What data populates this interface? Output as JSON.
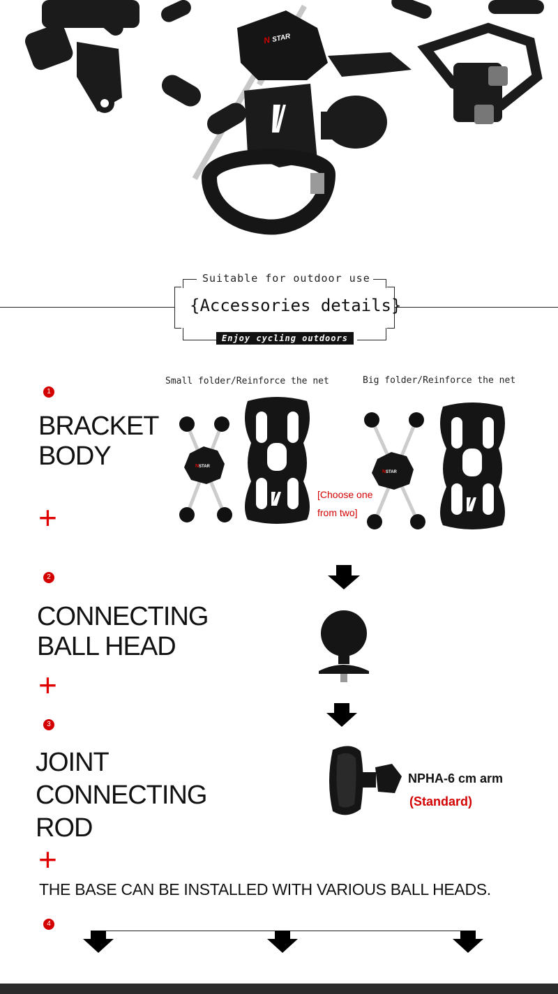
{
  "header": {
    "subtitle": "Suitable for outdoor use",
    "title": "{Accessories details}",
    "tagline": "Enjoy cycling outdoors"
  },
  "section1": {
    "number": "1",
    "title_line1": "BRACKET",
    "title_line2": "BODY",
    "caption_small": "Small folder/Reinforce the net",
    "caption_big": "Big folder/Reinforce the net",
    "choose_line1": "[Choose one",
    "choose_line2": "from two]",
    "plus": "+",
    "brand_logo": "N STAR"
  },
  "section2": {
    "number": "2",
    "title_line1": "CONNECTING",
    "title_line2": "BALL HEAD",
    "plus": "+"
  },
  "section3": {
    "number": "3",
    "title_line1": "JOINT",
    "title_line2": "CONNECTING",
    "title_line3": "ROD",
    "arm_label": "NPHA-6 cm arm",
    "standard_label": "(Standard)",
    "plus": "+"
  },
  "base_note": "THE BASE CAN BE INSTALLED WITH VARIOUS BALL HEADS.",
  "section4": {
    "number": "4"
  },
  "colors": {
    "accent_red": "#d40000",
    "ink": "#111111",
    "footer": "#2c2c2c"
  },
  "icons": [
    "down-arrow-icon",
    "plus-icon",
    "number-badge"
  ]
}
